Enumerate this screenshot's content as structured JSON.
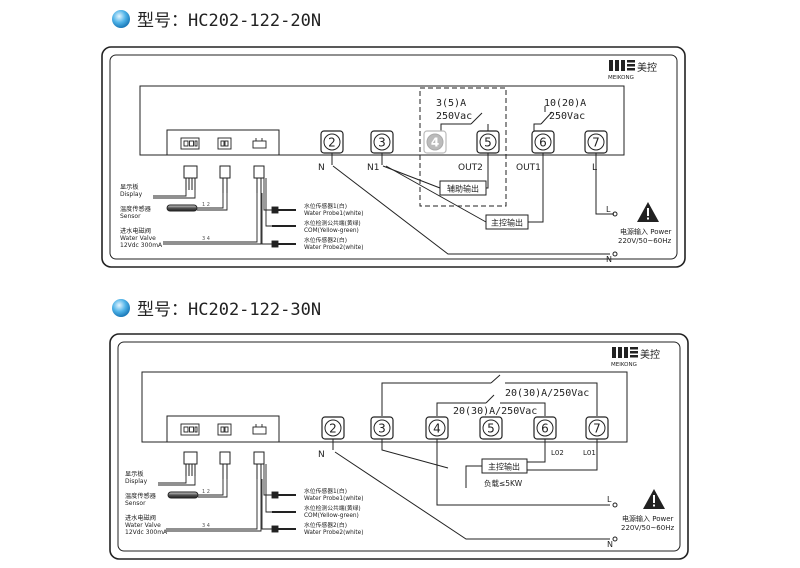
{
  "models": [
    {
      "title": "型号：HC202-122-20N",
      "brand": {
        "cn": "美控",
        "en": "MEIKONG"
      },
      "relay_labels": {
        "out2_rating": "3(5)A",
        "out1_rating": "10(20)A",
        "voltage": "250Vac"
      },
      "terminals": [
        "2",
        "3",
        "4",
        "5",
        "6",
        "7"
      ],
      "terminal_labels": {
        "n": "N",
        "n1": "N1",
        "out2": "OUT2",
        "out1": "OUT1",
        "l": "L"
      },
      "boxes": {
        "aux_output": "辅助输出",
        "main_output": "主控输出"
      },
      "power": {
        "cn": "电源输入 Power",
        "spec": "220V/50~60Hz",
        "l": "L",
        "n": "N"
      },
      "left_labels": [
        {
          "cn": "显示板",
          "en": "Display"
        },
        {
          "cn": "温度传感器",
          "en": "Sensor"
        },
        {
          "cn": "进水电磁阀",
          "en": "Water Valve",
          "spec": "12Vdc 300mA"
        }
      ],
      "wire_marks": [
        "1  2",
        "3  4"
      ],
      "probes": [
        {
          "cn": "水位传感器1(白)",
          "en": "Water Probe1(white)"
        },
        {
          "cn": "水位检测公共端(黄绿)",
          "en": "COM(Yellow-green)"
        },
        {
          "cn": "水位传感器2(白)",
          "en": "Water Probe2(white)"
        }
      ]
    },
    {
      "title": "型号：HC202-122-30N",
      "brand": {
        "cn": "美控",
        "en": "MEIKONG"
      },
      "relay_labels": {
        "upper": "20(30)A/250Vac",
        "lower": "20(30)A/250Vac"
      },
      "terminals": [
        "2",
        "3",
        "4",
        "5",
        "6",
        "7"
      ],
      "terminal_labels": {
        "n": "N",
        "lo2": "L02",
        "lo1": "L01"
      },
      "boxes": {
        "main_output": "主控输出",
        "load": "负载≤5KW"
      },
      "power": {
        "cn": "电源输入 Power",
        "spec": "220V/50~60Hz",
        "l": "L",
        "n": "N"
      },
      "left_labels": [
        {
          "cn": "显示板",
          "en": "Display"
        },
        {
          "cn": "温度传感器",
          "en": "Sensor"
        },
        {
          "cn": "进水电磁阀",
          "en": "Water Valve",
          "spec": "12Vdc 300mA"
        }
      ],
      "wire_marks": [
        "1  2",
        "3  4"
      ],
      "probes": [
        {
          "cn": "水位传感器1(白)",
          "en": "Water Probe1(white)"
        },
        {
          "cn": "水位检测公共端(黄绿)",
          "en": "COM(Yellow-green)"
        },
        {
          "cn": "水位传感器2(白)",
          "en": "Water Probe2(white)"
        }
      ]
    }
  ]
}
